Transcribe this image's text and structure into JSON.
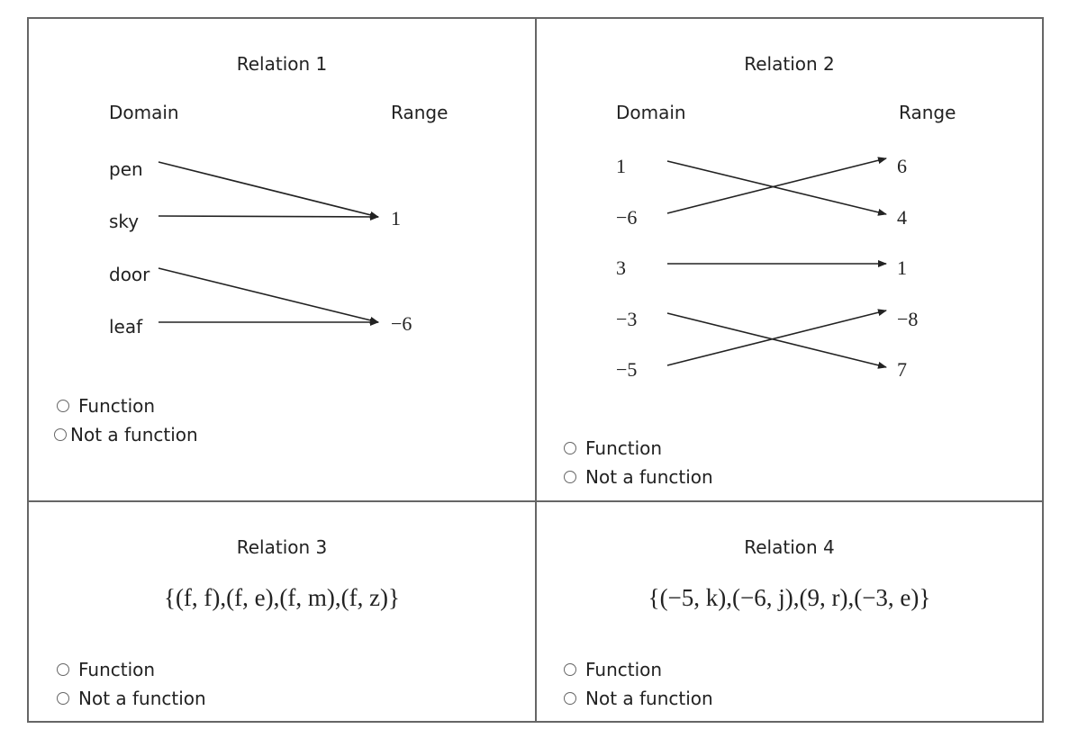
{
  "relations": [
    {
      "title": "Relation 1",
      "domain_label": "Domain",
      "range_label": "Range",
      "domain": [
        "pen",
        "sky",
        "door",
        "leaf"
      ],
      "range": [
        "1",
        "−6"
      ],
      "mappings": [
        [
          0,
          0
        ],
        [
          1,
          0
        ],
        [
          2,
          1
        ],
        [
          3,
          1
        ]
      ],
      "options": [
        "Function",
        "Not a function"
      ]
    },
    {
      "title": "Relation 2",
      "domain_label": "Domain",
      "range_label": "Range",
      "domain": [
        "1",
        "−6",
        "3",
        "−3",
        "−5"
      ],
      "range": [
        "6",
        "4",
        "1",
        "−8",
        "7"
      ],
      "mappings": [
        [
          0,
          1
        ],
        [
          1,
          0
        ],
        [
          2,
          2
        ],
        [
          3,
          4
        ],
        [
          4,
          3
        ]
      ],
      "options": [
        "Function",
        "Not a function"
      ]
    },
    {
      "title": "Relation 3",
      "set_notation": "{(f, f),(f, e),(f, m),(f, z)}",
      "options": [
        "Function",
        "Not a function"
      ]
    },
    {
      "title": "Relation 4",
      "set_notation": "{(−5, k),(−6, j),(9, r),(−3, e)}",
      "options": [
        "Function",
        "Not a function"
      ]
    }
  ],
  "colors": {
    "border": "#666666",
    "text": "#222222",
    "arrow": "#222222"
  }
}
